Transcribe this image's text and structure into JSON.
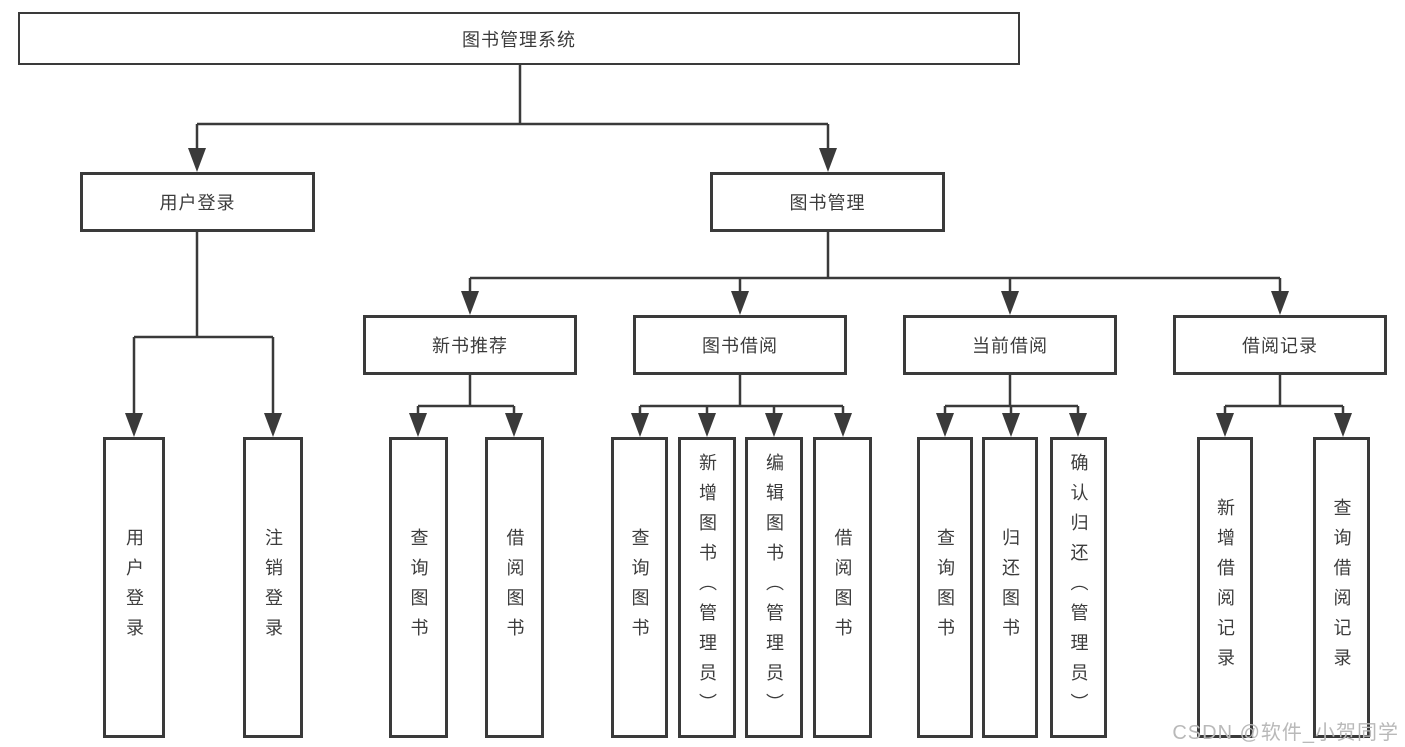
{
  "tree": {
    "root": {
      "label": "图书管理系统"
    },
    "level2": [
      {
        "label": "用户登录"
      },
      {
        "label": "图书管理"
      }
    ],
    "level3": [
      {
        "label": "新书推荐"
      },
      {
        "label": "图书借阅"
      },
      {
        "label": "当前借阅"
      },
      {
        "label": "借阅记录"
      }
    ],
    "leaves": {
      "user_login": [
        "用户登录",
        "注销登录"
      ],
      "new_book": [
        "查询图书",
        "借阅图书"
      ],
      "book_borrow": [
        "查询图书",
        "新增图书（管理员）",
        "编辑图书（管理员）",
        "借阅图书"
      ],
      "current_borrow": [
        "查询图书",
        "归还图书",
        "确认归还（管理员）"
      ],
      "borrow_record": [
        "新增借阅记录",
        "查询借阅记录"
      ]
    }
  },
  "watermark": {
    "text": "CSDN @软件_小贺同学"
  },
  "colors": {
    "line": "#3a3a3a",
    "text": "#3c3c3c",
    "background": "#ffffff",
    "watermark": "#b9b9b9"
  }
}
